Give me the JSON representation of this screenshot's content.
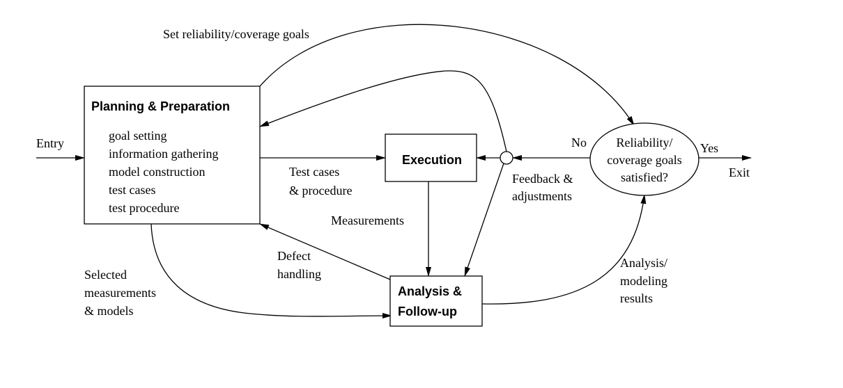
{
  "nodes": {
    "planning": {
      "title": "Planning & Preparation",
      "items": [
        "goal setting",
        "information gathering",
        "model construction",
        "test cases",
        "test procedure"
      ]
    },
    "execution": {
      "title": "Execution"
    },
    "analysis": {
      "title_lines": [
        "Analysis &",
        "Follow-up"
      ]
    },
    "decision": {
      "lines": [
        "Reliability/",
        "coverage goals",
        "satisfied?"
      ]
    }
  },
  "edge_labels": {
    "entry": "Entry",
    "exit": "Exit",
    "yes": "Yes",
    "no": "No",
    "set_goals": "Set reliability/coverage goals",
    "test_cases": [
      "Test cases",
      "& procedure"
    ],
    "measurements": "Measurements",
    "feedback": [
      "Feedback &",
      "adjustments"
    ],
    "defect": [
      "Defect",
      "handling"
    ],
    "selected": [
      "Selected",
      "measurements",
      "& models"
    ],
    "analysis_results": [
      "Analysis/",
      "modeling",
      "results"
    ]
  }
}
